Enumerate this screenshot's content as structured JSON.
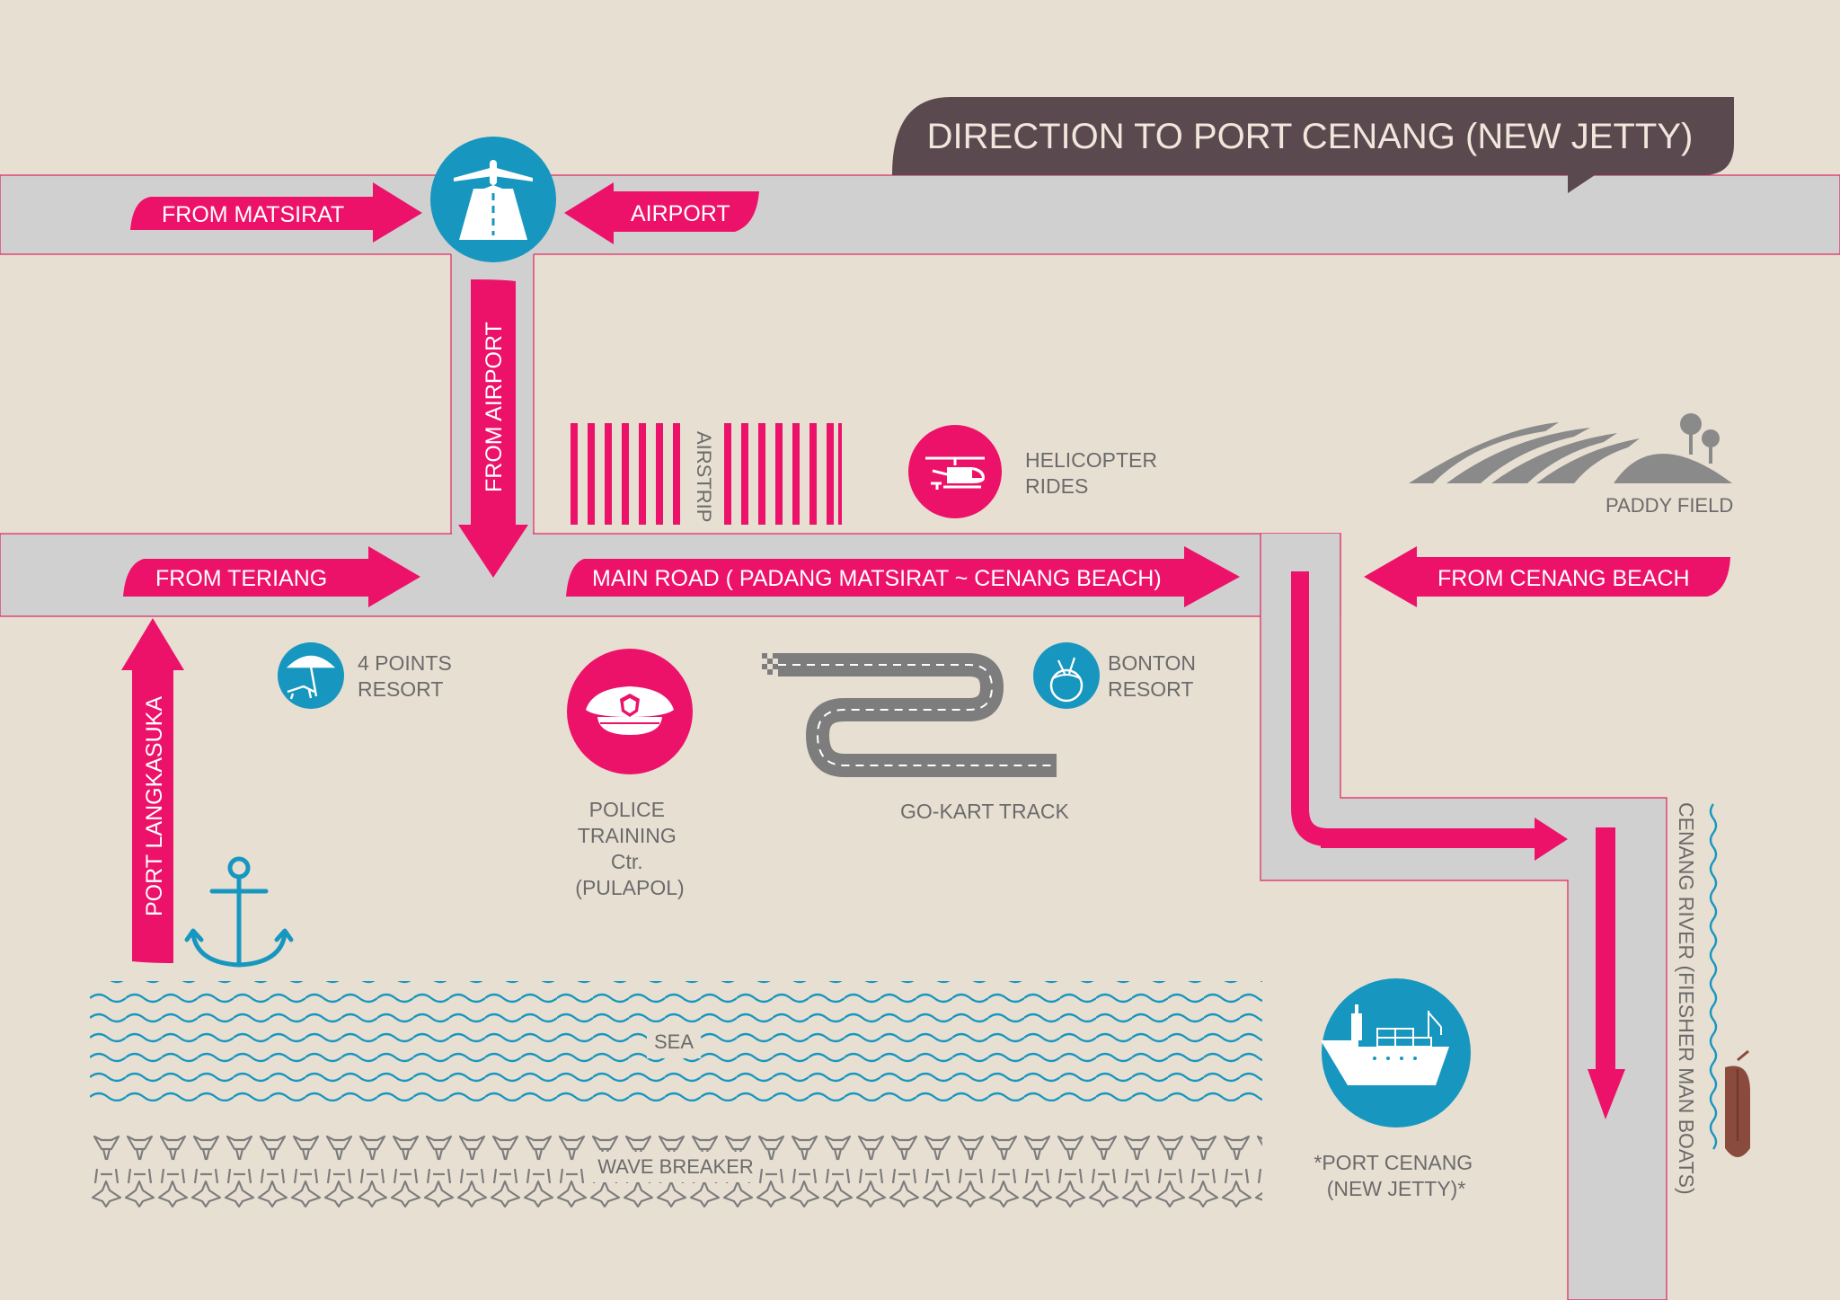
{
  "colors": {
    "background": "#e8dfd3",
    "road": "#d1d0d1",
    "road_edge": "#e0245e",
    "pink": "#ed1269",
    "cyan": "#1797bf",
    "title_bg": "#5a4a4f",
    "gray_icon": "#7d7d7d",
    "label_gray": "#6b6b6b"
  },
  "title": "DIRECTION TO PORT CENANG (NEW JETTY)",
  "arrows": {
    "from_matsirat": "FROM MATSIRAT",
    "airport": "AIRPORT",
    "from_airport": "FROM AIRPORT",
    "from_teriang": "FROM TERIANG",
    "main_road": "MAIN ROAD ( PADANG MATSIRAT ~ CENANG BEACH)",
    "from_cenang_beach": "FROM CENANG BEACH",
    "port_langkasuka": "PORT LANGKASUKA"
  },
  "landmarks": {
    "airstrip": "AIRSTRIP",
    "helicopter_rides": [
      "HELICOPTER",
      "RIDES"
    ],
    "paddy_field": "PADDY FIELD",
    "four_points_resort": [
      "4 POINTS",
      "RESORT"
    ],
    "police_training": [
      "POLICE",
      "TRAINING",
      "Ctr.",
      "(PULAPOL)"
    ],
    "go_kart_track": "GO-KART TRACK",
    "bonton_resort": [
      "BONTON",
      "RESORT"
    ],
    "sea": "SEA",
    "wave_breaker": "WAVE BREAKER",
    "port_cenang": [
      "*PORT CENANG",
      "(NEW JETTY)*"
    ],
    "cenang_river": "CENANG RIVER (FIESHER MAN BOATS)"
  },
  "icons": {
    "airport": "airplane-runway-icon",
    "helicopter": "helicopter-icon",
    "paddy": "paddy-field-icon",
    "resort": "beach-umbrella-icon",
    "police": "police-cap-icon",
    "go_kart": "race-track-icon",
    "coconut": "coconut-drink-icon",
    "anchor": "anchor-icon",
    "ship": "cargo-ship-icon",
    "boat": "fishing-boat-icon"
  }
}
